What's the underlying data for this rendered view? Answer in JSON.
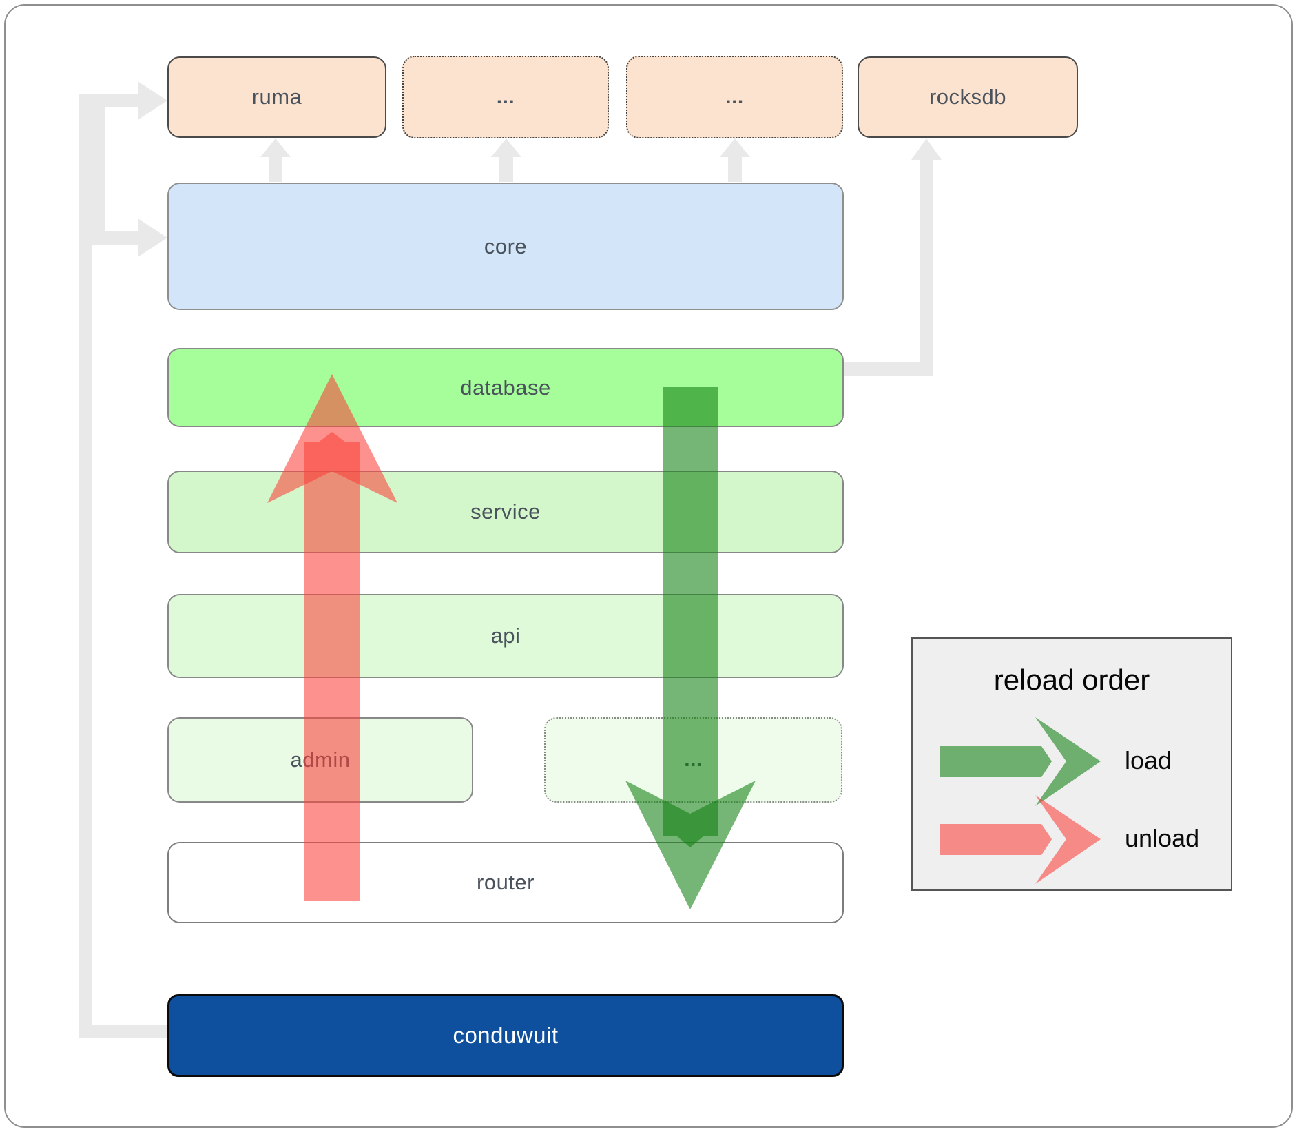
{
  "nodes": {
    "ruma": {
      "label": "ruma"
    },
    "ellipsis_top_1": {
      "label": "..."
    },
    "ellipsis_top_2": {
      "label": "..."
    },
    "rocksdb": {
      "label": "rocksdb"
    },
    "core": {
      "label": "core"
    },
    "database": {
      "label": "database"
    },
    "service": {
      "label": "service"
    },
    "api": {
      "label": "api"
    },
    "admin": {
      "label": "admin"
    },
    "ellipsis_admin": {
      "label": "..."
    },
    "router": {
      "label": "router"
    },
    "conduwuit": {
      "label": "conduwuit"
    }
  },
  "legend": {
    "title": "reload order",
    "load_label": "load",
    "unload_label": "unload"
  },
  "colors": {
    "load_arrow": "#128012",
    "unload_arrow": "#fa413a",
    "connector": "#e9e9e9",
    "peach_box": "#fbe3d0",
    "core_blue": "#d3e6f9",
    "database_green": "#a5fe9a",
    "service_green": "#d3f7cb",
    "api_green": "#dffad9",
    "admin_green": "#eafbe5",
    "ellipsis_green": "#effcec",
    "conduwuit_blue": "#0e4f9e",
    "legend_bg": "#efefef"
  }
}
